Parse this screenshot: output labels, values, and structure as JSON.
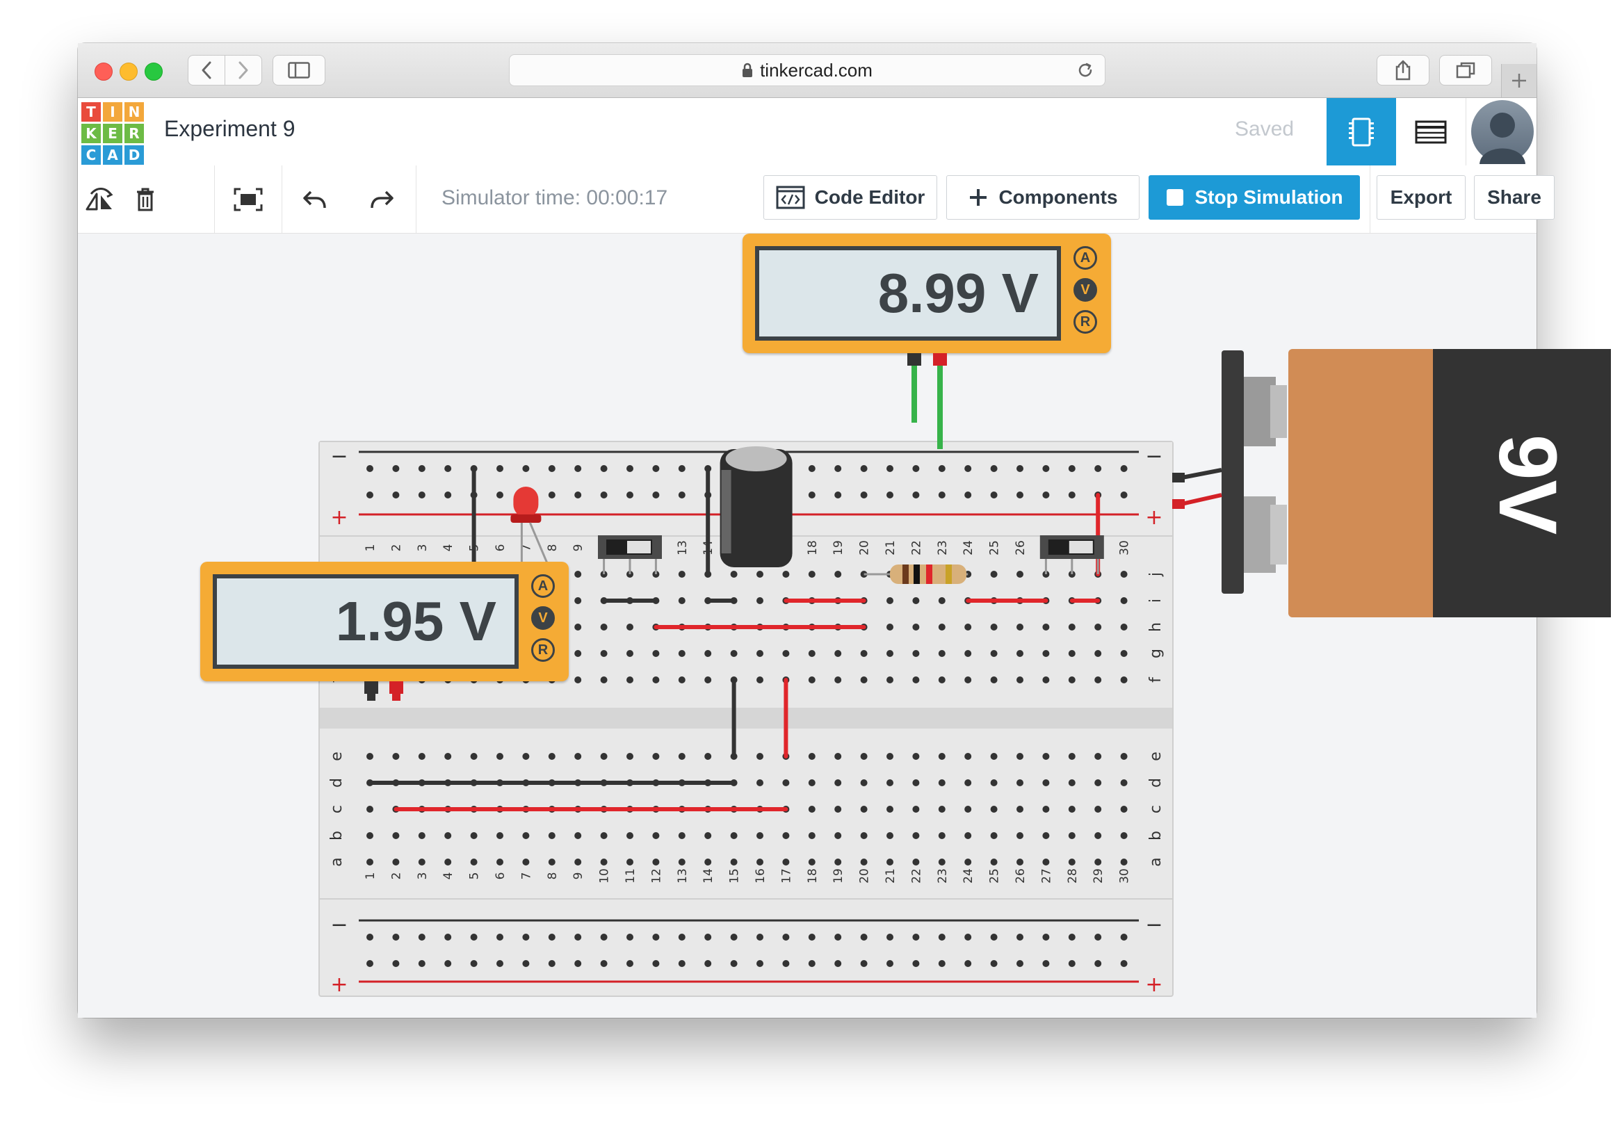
{
  "browser": {
    "url": "tinkercad.com"
  },
  "app": {
    "logo_letters": [
      "T",
      "I",
      "N",
      "K",
      "E",
      "R",
      "C",
      "A",
      "D"
    ],
    "project_title": "Experiment 9",
    "save_status": "Saved"
  },
  "toolbar": {
    "simulator_time": "Simulator time: 00:00:17",
    "code_editor_label": "Code Editor",
    "components_label": "Components",
    "stop_simulation_label": "Stop Simulation",
    "export_label": "Export",
    "share_label": "Share"
  },
  "multimeter_top": {
    "reading": "8.99 V",
    "modes": [
      "A",
      "V",
      "R"
    ],
    "active_mode": "V"
  },
  "multimeter_left": {
    "reading": "1.95 V",
    "modes": [
      "A",
      "V",
      "R"
    ],
    "active_mode": "V"
  },
  "battery": {
    "label": "9V"
  },
  "breadboard": {
    "columns": [
      "1",
      "2",
      "3",
      "4",
      "5",
      "6",
      "7",
      "8",
      "9",
      "10",
      "11",
      "12",
      "13",
      "14",
      "15",
      "16",
      "17",
      "18",
      "19",
      "20",
      "21",
      "22",
      "23",
      "24",
      "25",
      "26",
      "27",
      "28",
      "29",
      "30"
    ],
    "top_row_letters": [
      "j",
      "i",
      "h",
      "g",
      "f"
    ],
    "bottom_row_letters": [
      "e",
      "d",
      "c",
      "b",
      "a"
    ],
    "rail_minus": "−",
    "rail_plus": "+"
  },
  "colors": {
    "accent": "#1d9ad6",
    "multimeter": "#f5ab35",
    "wire_red": "#e0262b",
    "wire_black": "#333333",
    "wire_green": "#37b34a"
  }
}
